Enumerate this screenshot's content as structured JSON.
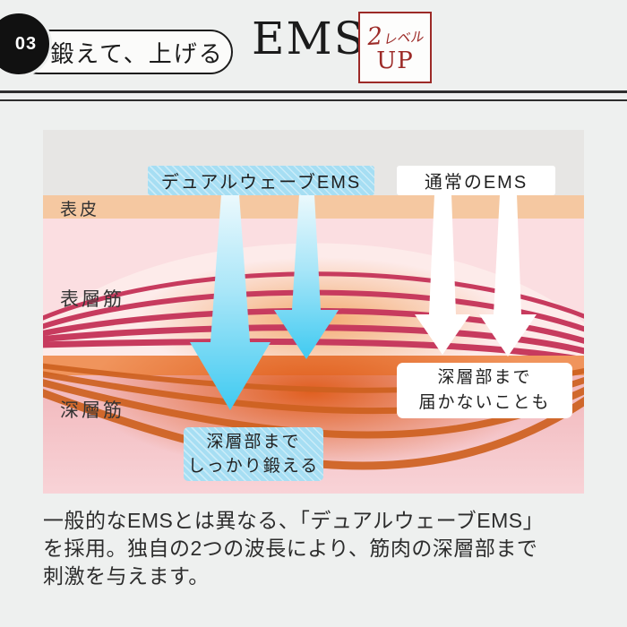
{
  "step": {
    "number": "03",
    "label": "鍛えて、上げる"
  },
  "title": "EMS",
  "badge": {
    "value": "2",
    "unit": "レベル",
    "word": "UP"
  },
  "diagram": {
    "method_label": "デュアルウェーブEMS",
    "normal_label": "通常のEMS",
    "layer_epidermis": "表皮",
    "layer_surface_muscle": "表層筋",
    "layer_deep_muscle": "深層筋",
    "method_result": {
      "line1": "深層部まで",
      "line2": "しっかり鍛える"
    },
    "normal_result": {
      "line1": "深層部まで",
      "line2": "届かないことも"
    },
    "colors": {
      "method_blue": "#a6def3",
      "arrow_cyan": "#3fcaf1",
      "skin": "#f5c8a1",
      "surface_fiber": "#c73b5e",
      "deep_fiber": "#cd6120",
      "band_orange": "#f0945c",
      "badge_red": "#9c2a27"
    }
  },
  "caption": {
    "lines": [
      "一般的なEMSとは異なる、「デュアルウェーブEMS」",
      "を採用。独自の2つの波長により、筋肉の深層部まで",
      "刺激を与えます。"
    ]
  }
}
